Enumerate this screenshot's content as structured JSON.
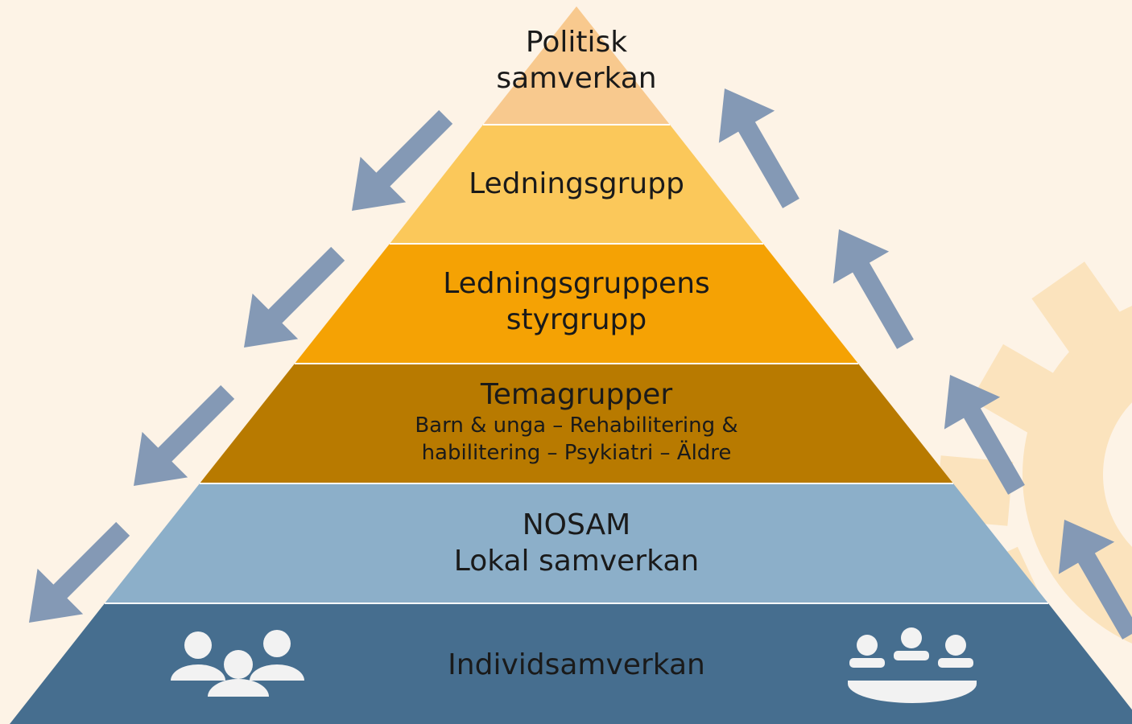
{
  "levels": [
    {
      "key": "politisk",
      "lines": [
        "Politisk",
        "samverkan"
      ],
      "color": "#f8c98e"
    },
    {
      "key": "ledning",
      "lines": [
        "Ledningsgrupp"
      ],
      "color": "#fbc85a"
    },
    {
      "key": "styrgrupp",
      "lines": [
        "Ledningsgruppens",
        "styrgrupp"
      ],
      "color": "#f5a204"
    },
    {
      "key": "tema",
      "title": "Temagrupper",
      "sub": [
        "Barn & unga – Rehabilitering &",
        "habilitering – Psykiatri – Äldre"
      ],
      "color": "#b87a00"
    },
    {
      "key": "nosam",
      "lines": [
        "NOSAM",
        "Lokal samverkan"
      ],
      "color": "#8cafc9"
    },
    {
      "key": "individ",
      "lines": [
        "Individsamverkan"
      ],
      "color": "#466e8f"
    }
  ],
  "colors": {
    "background": "#fdf3e6",
    "arrow": "#8499b5",
    "icon": "#f2f2f2",
    "gear": "#fbe3bd"
  },
  "icons": {
    "left": "people-group-icon",
    "right": "meeting-table-icon"
  }
}
